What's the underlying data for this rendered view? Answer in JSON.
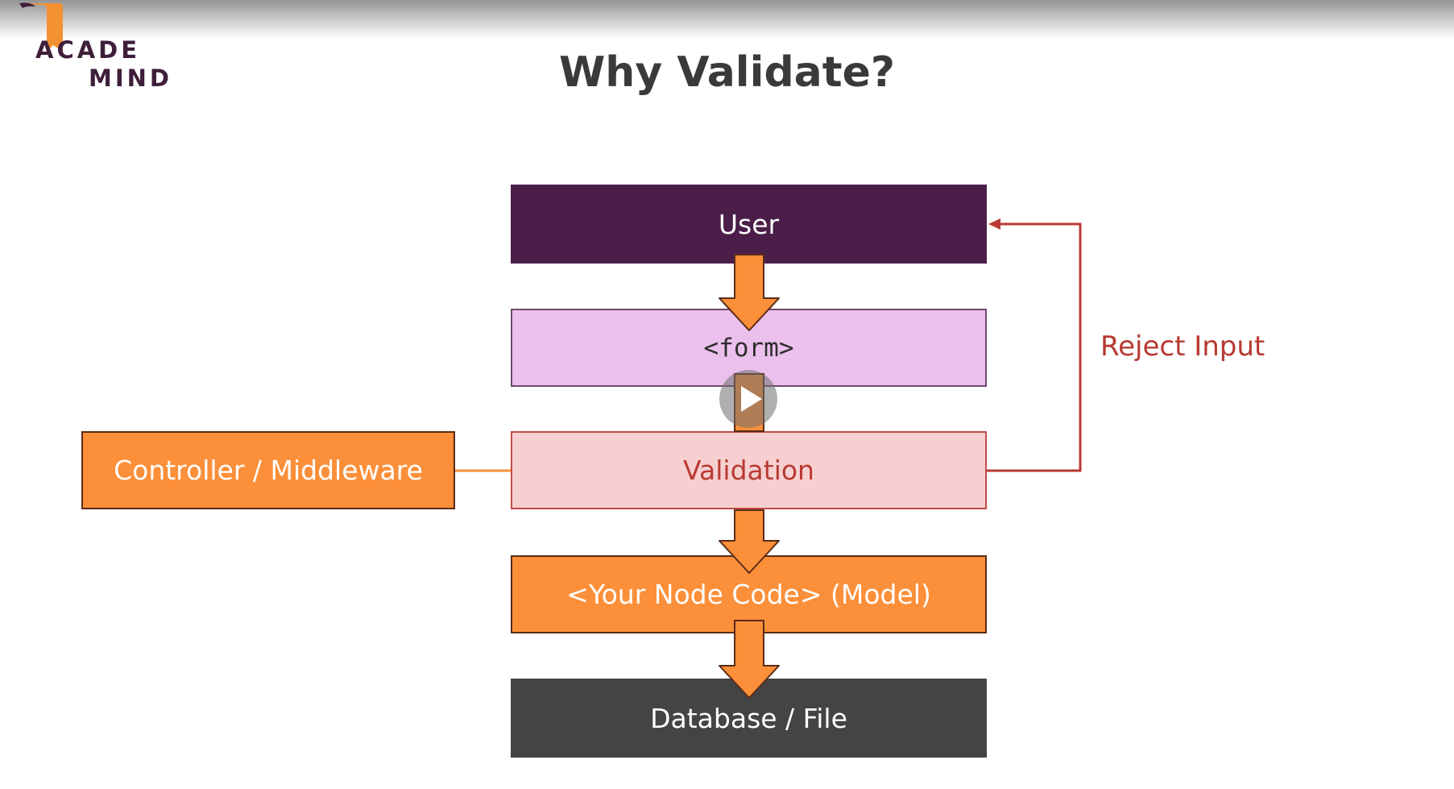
{
  "logo": {
    "line1": "ACADE",
    "line2": "MIND",
    "icon": "scroll-logo-icon",
    "color": "#3e1e3a",
    "accent": "#f39133"
  },
  "title": "Why Validate?",
  "diagram": {
    "nodes": {
      "user": "User",
      "form": "<form>",
      "validation": "Validation",
      "controller": "Controller / Middleware",
      "node_code": "<Your Node Code> (Model)",
      "database": "Database / File"
    },
    "edges": [
      {
        "from": "user",
        "to": "form",
        "style": "block-arrow"
      },
      {
        "from": "form",
        "to": "validation",
        "style": "block-arrow"
      },
      {
        "from": "validation",
        "to": "node_code",
        "style": "block-arrow"
      },
      {
        "from": "node_code",
        "to": "database",
        "style": "block-arrow"
      },
      {
        "from": "validation",
        "to": "user",
        "label": "Reject Input",
        "style": "line-arrow"
      },
      {
        "from": "controller",
        "to": "validation",
        "style": "connector"
      }
    ],
    "colors": {
      "user": "#4b1e49",
      "form": "#ecc0ec",
      "validation": "#f6d0d0",
      "validation_text": "#b93a33",
      "orange": "#fc8f39",
      "database": "#444444",
      "reject": "#b83a32"
    }
  },
  "player": {
    "icon": "play-icon"
  }
}
